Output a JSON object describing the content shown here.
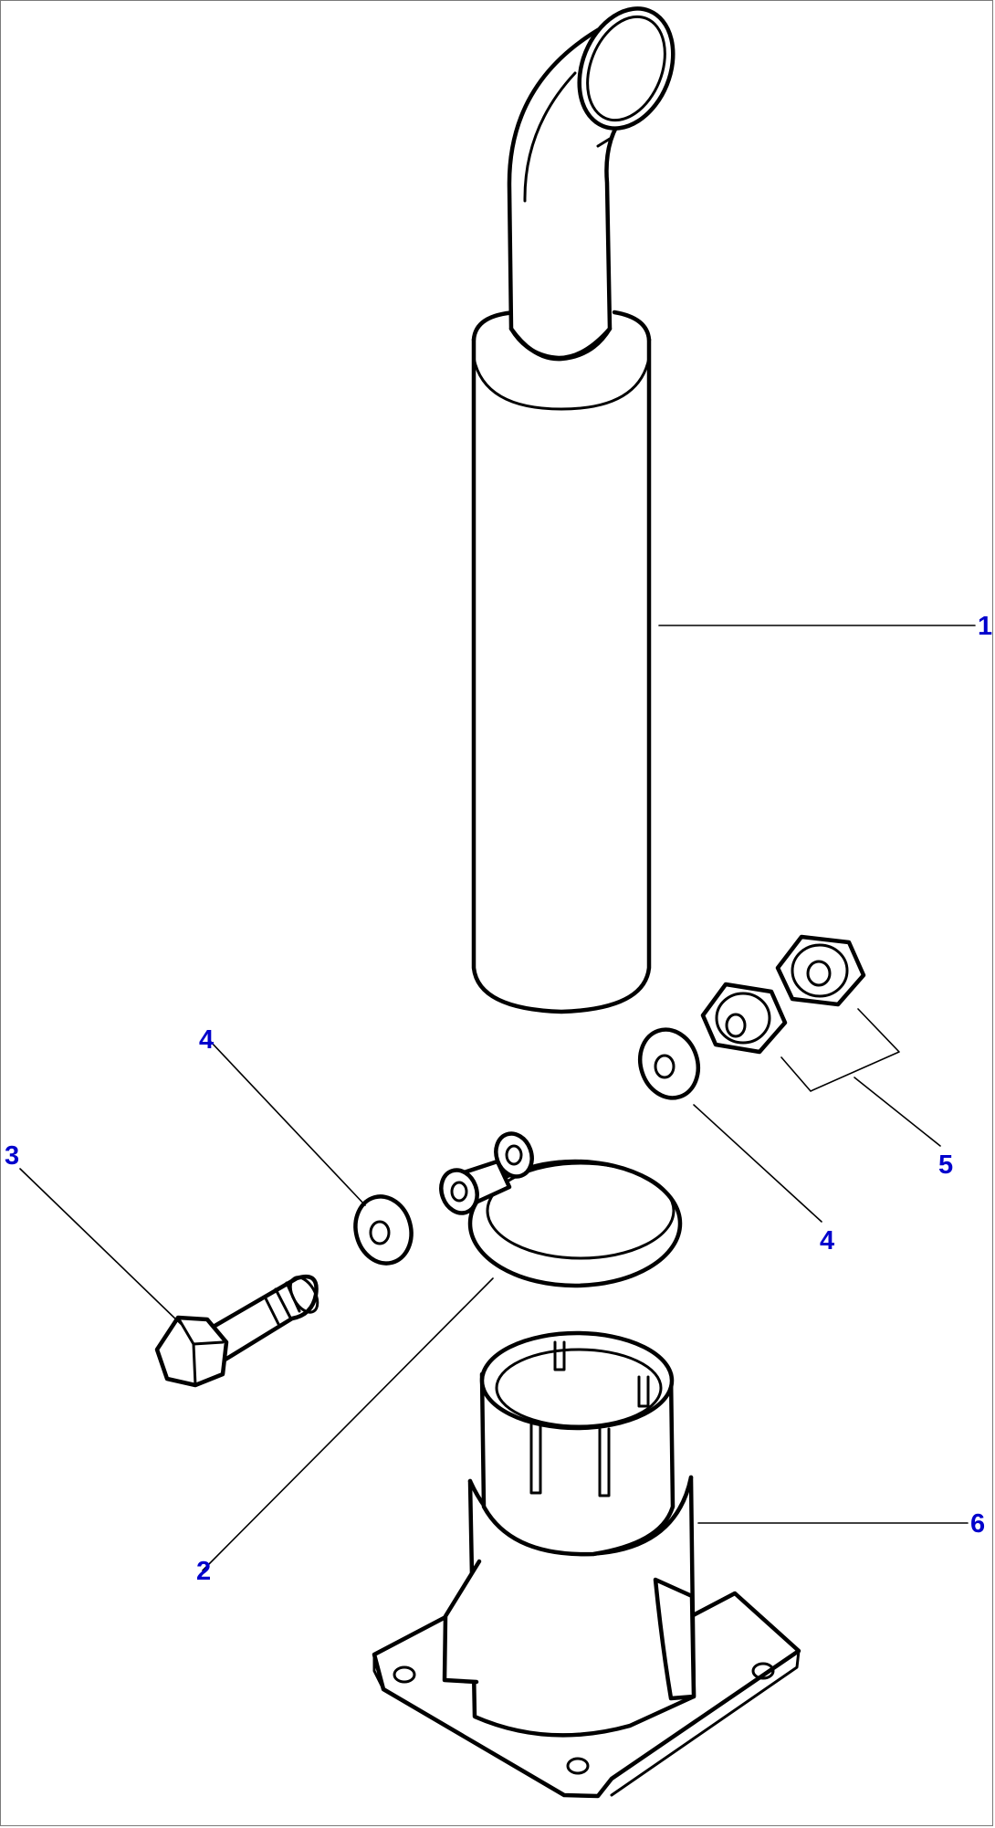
{
  "colors": {
    "callout": "#0000cc",
    "ink": "#000000",
    "frame": "#7a7a7a",
    "background": "#ffffff"
  },
  "callouts": [
    {
      "id": "c1",
      "label": "1"
    },
    {
      "id": "c2",
      "label": "2"
    },
    {
      "id": "c3",
      "label": "3"
    },
    {
      "id": "c4a",
      "label": "4"
    },
    {
      "id": "c4b",
      "label": "4"
    },
    {
      "id": "c5",
      "label": "5"
    },
    {
      "id": "c6",
      "label": "6"
    }
  ]
}
